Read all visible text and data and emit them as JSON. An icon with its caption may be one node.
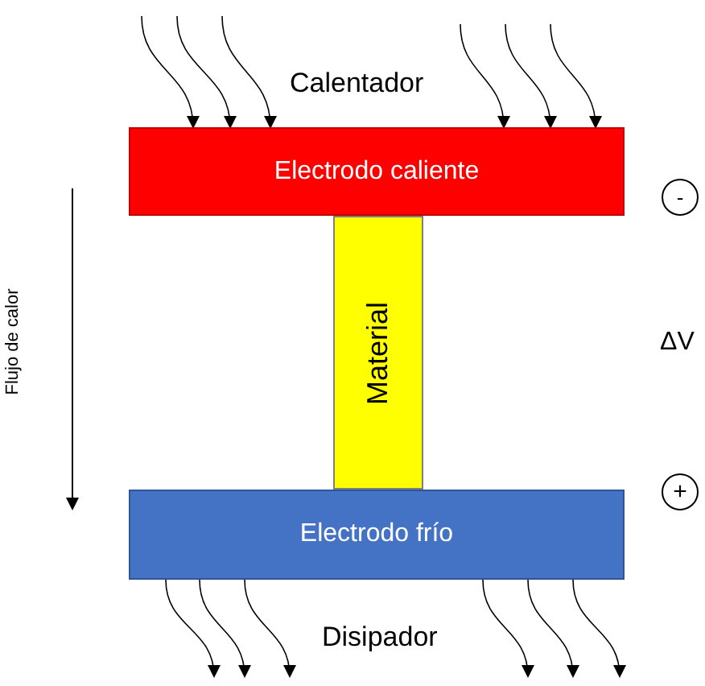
{
  "diagram": {
    "nodes": [
      {
        "text": [
          "Electrodo caliente"
        ]
      },
      {
        "text": [
          "Material"
        ]
      },
      {
        "text": [
          "Electrodo frío"
        ]
      },
      {
        "text": [
          "-"
        ]
      },
      {
        "text": [
          "+"
        ]
      }
    ],
    "edges": [
      {
        "from": null,
        "to": 0,
        "arrow": "to"
      },
      {
        "from": null,
        "to": 0,
        "arrow": "to"
      },
      {
        "from": null,
        "to": 0,
        "arrow": "to"
      },
      {
        "from": null,
        "to": 0,
        "arrow": "to"
      },
      {
        "from": null,
        "to": 0,
        "arrow": "to"
      },
      {
        "from": null,
        "to": 0,
        "arrow": "to"
      },
      {
        "from": 2,
        "to": null,
        "arrow": "to"
      },
      {
        "from": 2,
        "to": null,
        "arrow": "to"
      },
      {
        "from": 2,
        "to": null,
        "arrow": "to"
      },
      {
        "from": 2,
        "to": null,
        "arrow": "to"
      },
      {
        "from": 2,
        "to": null,
        "arrow": "to"
      },
      {
        "from": 2,
        "to": null,
        "arrow": "to"
      }
    ],
    "labels": [
      "Calentador",
      "Disipador",
      "ΔV",
      "Flujo de calor"
    ]
  }
}
